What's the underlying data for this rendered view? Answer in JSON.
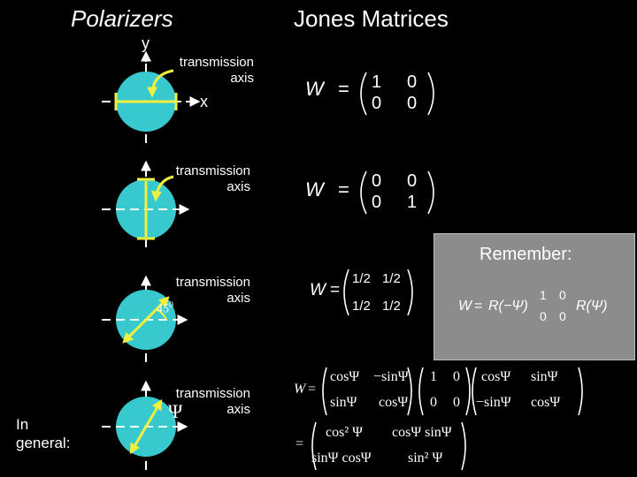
{
  "titles": {
    "polarizers": "Polarizers",
    "jones": "Jones Matrices"
  },
  "axes": {
    "y": "y",
    "x": "x"
  },
  "labels": {
    "transmission": "transmission",
    "axis": "axis",
    "angle45": "45",
    "degree": "0",
    "psi": "Ψ",
    "in_general_1": "In",
    "in_general_2": "general:"
  },
  "remember": "Remember:",
  "matrices": {
    "m1": {
      "lhs": "W",
      "eq": "=",
      "cells": [
        "1",
        "0",
        "0",
        "0"
      ]
    },
    "m2": {
      "lhs": "W",
      "eq": "=",
      "cells": [
        "0",
        "0",
        "0",
        "1"
      ]
    },
    "m3": {
      "lhs": "W",
      "eq": "=",
      "cells": [
        "1/2",
        "1/2",
        "1/2",
        "1/2"
      ]
    },
    "rem": {
      "lhs": "W",
      "eq": "=",
      "r1": "R(−Ψ)",
      "cells": [
        "1",
        "0",
        "0",
        "0"
      ],
      "r2": "R(Ψ)"
    },
    "gen1": {
      "lhs": "W",
      "eq": "=",
      "a": [
        "cosΨ",
        "−sinΨ",
        "sinΨ",
        "cosΨ"
      ],
      "b": [
        "1",
        "0",
        "0",
        "0"
      ],
      "c": [
        "cosΨ",
        "sinΨ",
        "−sinΨ",
        "cosΨ"
      ]
    },
    "gen2": {
      "eq": "=",
      "cells": [
        "cos² Ψ",
        "cosΨ sinΨ",
        "sinΨ cosΨ",
        "sin² Ψ"
      ]
    }
  },
  "colors": {
    "disk": "#38c9cf",
    "axisLine": "#ffffff",
    "transmission": "#f2f03a",
    "box": "#8c8c8c"
  }
}
